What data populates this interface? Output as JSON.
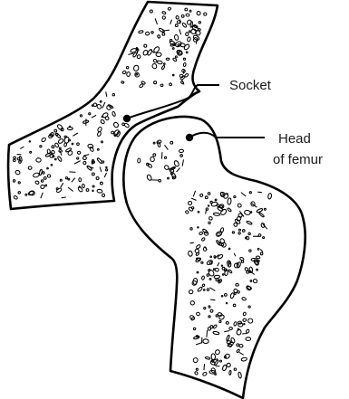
{
  "labels": {
    "socket": "Socket",
    "head_line1": "Head",
    "head_line2": "of femur"
  },
  "colors": {
    "stroke": "#000000",
    "fill": "#ffffff",
    "text": "#1a1a1a"
  }
}
